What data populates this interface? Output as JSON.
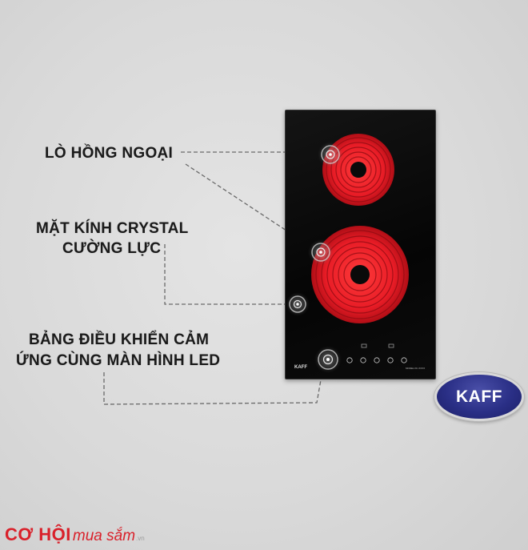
{
  "labels": {
    "infrared_cooker": "LÒ HỒNG NGOẠI",
    "crystal_glass_line1": "MẶT KÍNH CRYSTAL",
    "crystal_glass_line2": "CƯỜNG LỰC",
    "control_panel_line1": "BẢNG ĐIỀU KHIỂN CẢM",
    "control_panel_line2": "ỨNG CÙNG MÀN HÌNH LED"
  },
  "cooktop": {
    "brand": "KAFF",
    "model": "MODEL KF-XXXX"
  },
  "logo": {
    "text": "KAFF"
  },
  "watermark": {
    "part1": "CƠ HỘI",
    "part2": "mua sắm",
    "part3": ".vn"
  },
  "colors": {
    "background": "#dcdcdc",
    "label_text": "#1a1a1a",
    "burner_red": "#e8202a",
    "glass_black": "#080808",
    "logo_blue": "#2a2f86",
    "watermark_red": "#d9202a"
  }
}
